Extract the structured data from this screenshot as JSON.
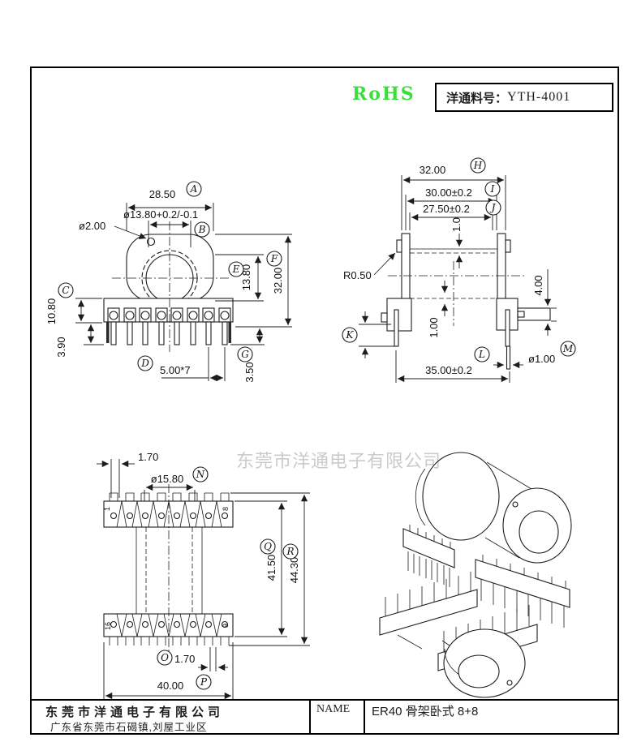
{
  "header": {
    "rohs": "RoHS",
    "part_label": "洋通料号：",
    "part_number": "YTH-4001"
  },
  "watermark": "东莞市洋通电子有限公司",
  "front_view": {
    "dim_width_top": "28.50",
    "tag_a": "A",
    "dim_bore": "ø13.80+0.2/-0.1",
    "tag_b": "B",
    "dim_hole": "ø2.00",
    "tag_c": "C",
    "dim_base_h": "10.80",
    "dim_pin_len": "3.90",
    "tag_d": "D",
    "dim_pitch": "5.00*7",
    "tag_e": "E",
    "dim_center_h": "13.80",
    "tag_f": "F",
    "dim_total_h": "32.00",
    "tag_g": "G",
    "dim_pin_tip": "3.50"
  },
  "side_view": {
    "tag_h": "H",
    "dim_flange_w": "32.00",
    "tag_i": "I",
    "dim_inner_w": "30.00±0.2",
    "tag_j": "J",
    "dim_window_w": "27.50±0.2",
    "dim_web": "1.0",
    "radius": "R0.50",
    "dim_base_step": "4.00",
    "dim_tube_wall": "1.00",
    "tag_k": "K",
    "tag_l": "L",
    "dim_pin_span": "35.00±0.2",
    "tag_m": "M",
    "dim_pin_dia": "ø1.00"
  },
  "bottom_view": {
    "dim_pin_w_top": "1.70",
    "tag_n": "N",
    "dim_tube_dia": "ø15.80",
    "tag_q": "Q",
    "dim_body_len": "41.50",
    "tag_r": "R",
    "dim_total_len": "44.30",
    "tag_o": "O",
    "dim_pin_w_bot": "1.70",
    "tag_p": "P",
    "dim_row_span": "40.00",
    "pin_no_top_first": "1",
    "pin_no_top_last": "8",
    "pin_no_bot_first": "16",
    "pin_no_bot_last": "9"
  },
  "title_block": {
    "company": "东莞市洋通电子有限公司",
    "address": "广东省东莞市石碣镇,刘屋工业区",
    "name_label": "NAME",
    "part_name": "ER40 骨架卧式 8+8"
  },
  "colors": {
    "line": "#1c1c1c",
    "rohs_green": "#3adf3a",
    "watermark_gray": "#cbcbcb"
  }
}
